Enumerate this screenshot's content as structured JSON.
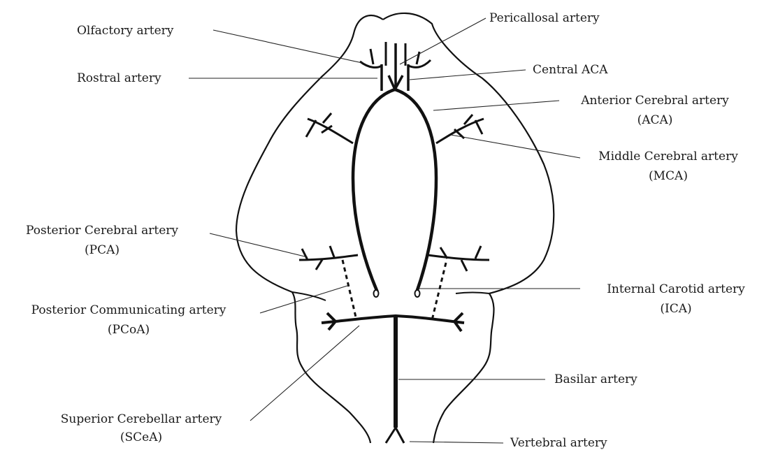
{
  "labels": {
    "olfactory": "Olfactory artery",
    "pericallosal": "Pericallosal artery",
    "rostral": "Rostral artery",
    "central_aca": "Central ACA",
    "aca_name": "Anterior Cerebral artery",
    "aca_abbr": "(ACA)",
    "mca_name": "Middle Cerebral artery",
    "mca_abbr": "(MCA)",
    "pca_name": "Posterior Cerebral artery",
    "pca_abbr": "(PCA)",
    "ica_name": "Internal Carotid artery",
    "ica_abbr": "(ICA)",
    "pcoa_name": "Posterior Communicating artery",
    "pcoa_abbr": "(PCoA)",
    "basilar": "Basilar artery",
    "scea_name": "Superior Cerebellar artery",
    "scea_abbr": "(SCeA)",
    "vertebral": "Vertebral artery"
  },
  "colors": {
    "ink": "#111111",
    "background": "#ffffff"
  }
}
